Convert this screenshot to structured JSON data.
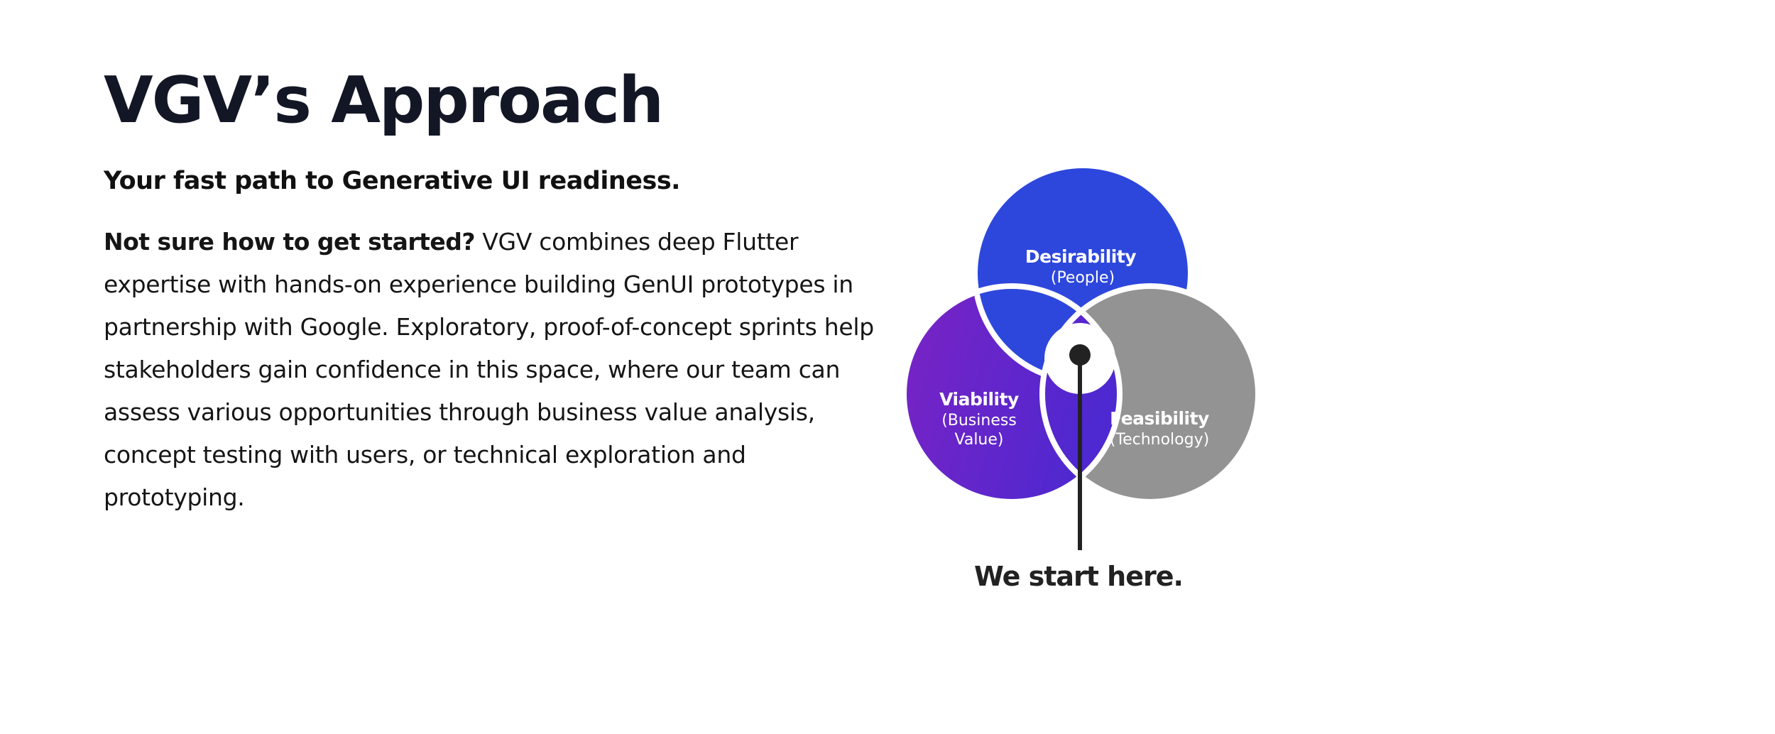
{
  "heading": {
    "title": "VGV’s Approach",
    "subtitle": "Your fast path to Generative UI readiness."
  },
  "body": {
    "lead": "Not sure how to get started?",
    "text": " VGV combines deep Flutter expertise with hands-on experience building GenUI prototypes in partnership with Google. Exploratory, proof-of-concept sprints help stakeholders gain confidence in this space, where our team can assess various opportunities through business value analysis, concept testing with users, or technical exploration and prototyping."
  },
  "diagram": {
    "desirability": {
      "title": "Desirability",
      "sub": "(People)",
      "color": "#2D47DC"
    },
    "viability": {
      "title": "Viability",
      "sub1": "(Business",
      "sub2": "Value)",
      "color_start": "#7A23C4",
      "color_end": "#4E28D0"
    },
    "feasibility": {
      "title": "Feasibility",
      "sub": "(Technology)",
      "color": "#939393"
    },
    "pointer_color": "#222222",
    "callout": "We start here."
  }
}
